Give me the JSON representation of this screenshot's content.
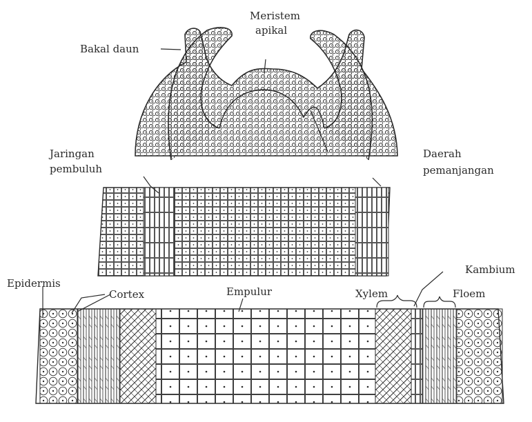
{
  "labels": {
    "meristem": "Meristem",
    "apikal": "apikal",
    "bakal_daun": "Bakal daun",
    "jaringan": "Jaringan",
    "pembuluh": "pembuluh",
    "daerah": "Daerah",
    "pemanjangan": "pemanjangan",
    "kambium": "Kambium",
    "epidermis": "Epidermis",
    "cortex": "Cortex",
    "empulur": "Empulur",
    "xylem": "Xylem",
    "floem": "Floem"
  },
  "colors": {
    "ink": "#2a2a2a",
    "paper": "#ffffff"
  }
}
